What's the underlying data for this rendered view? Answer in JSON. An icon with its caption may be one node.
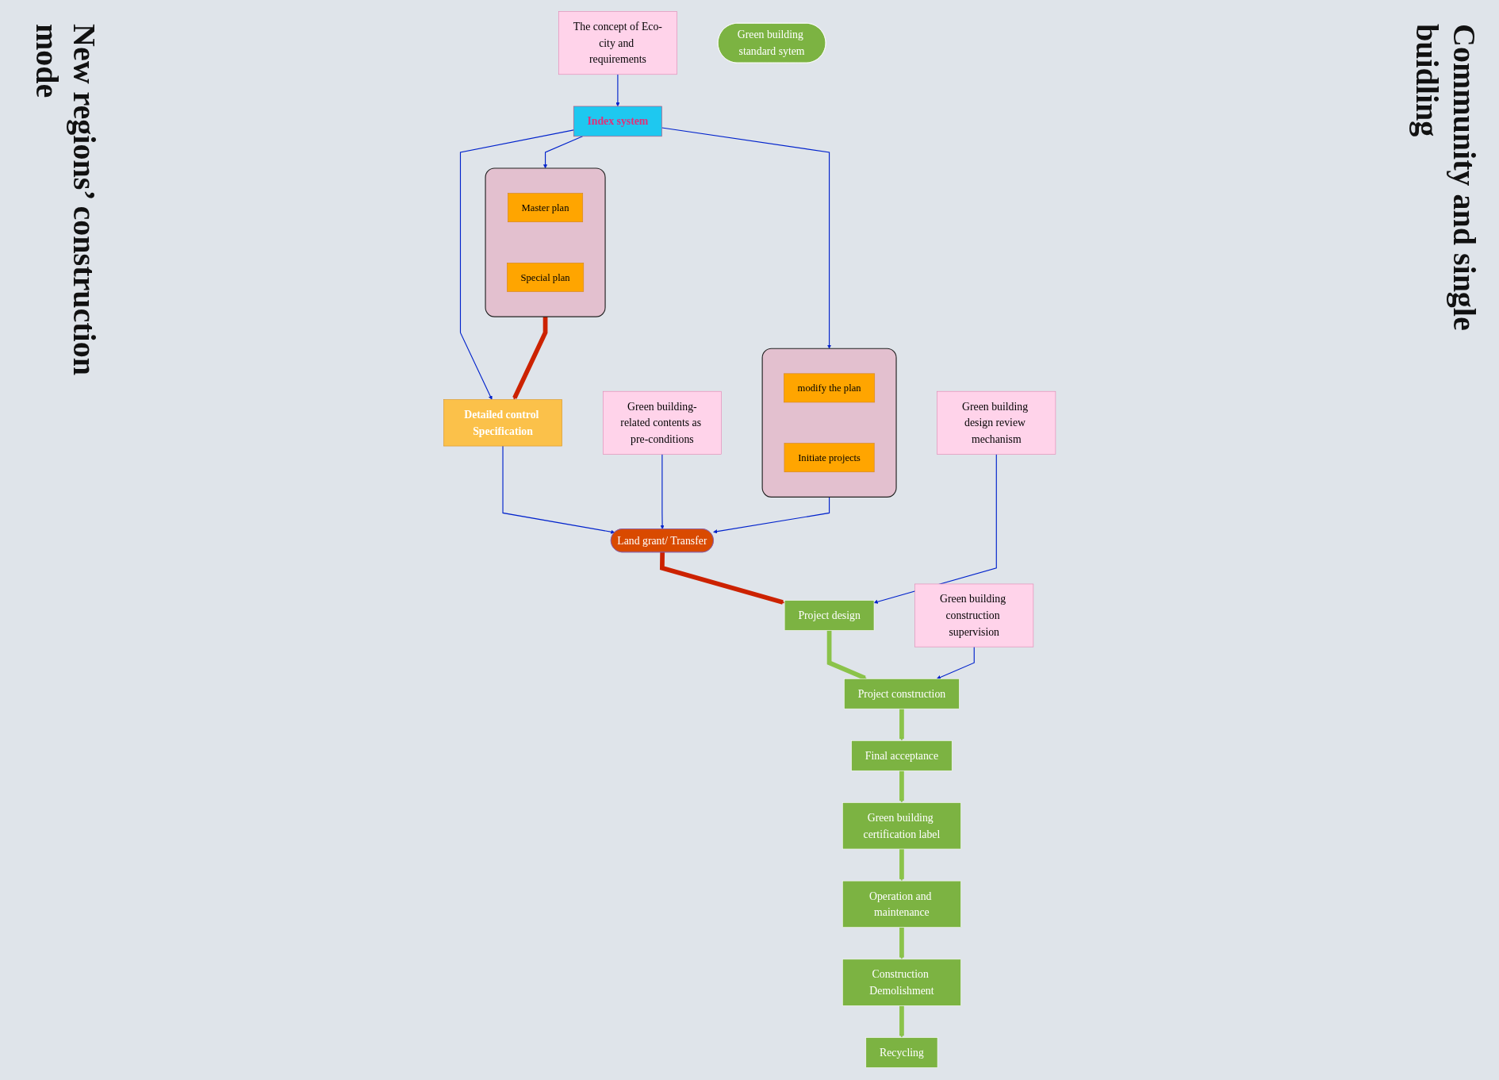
{
  "diagram": {
    "nodes": [
      {
        "text": [],
        "shape": "box"
      },
      {
        "text": [
          "Master plan"
        ],
        "in": 0
      },
      {
        "text": [
          "Special plan"
        ],
        "in": 0
      },
      {
        "text": [
          "Detailed control Specification"
        ]
      },
      {
        "text": [
          "The concept of Eco-city and requirements"
        ]
      },
      {
        "text": [
          "Index system"
        ]
      },
      {
        "text": [],
        "shape": "box"
      },
      {
        "text": [
          "modify the plan"
        ],
        "in": 6
      },
      {
        "text": [
          "Initiate projects"
        ],
        "in": 6
      },
      {
        "text": [
          "Land grant/ Transfer"
        ]
      },
      {
        "text": [
          "Green building-related contents as pre-conditions"
        ]
      },
      {
        "text": [
          "Green building design review mechanism"
        ]
      },
      {
        "text": [
          "Green building construction supervision"
        ]
      },
      {
        "text": [
          "Project design"
        ]
      },
      {
        "text": [
          "Project construction"
        ]
      },
      {
        "text": [
          "Green building standard sytem"
        ]
      },
      {
        "text": [
          "Final acceptance"
        ]
      },
      {
        "text": [
          "Green building certification label"
        ]
      },
      {
        "text": [
          "Operation and maintenance"
        ]
      },
      {
        "text": [
          "Recycling"
        ]
      },
      {
        "text": [
          "Construction Demolishment"
        ]
      }
    ],
    "edges": [
      {
        "from": 0,
        "to": 3,
        "arrow": "to",
        "style": "thick",
        "color": "#cc2200"
      },
      {
        "from": 4,
        "to": 5,
        "arrow": "to"
      },
      {
        "from": 5,
        "to": 0,
        "arrow": "to"
      },
      {
        "from": 5,
        "to": 3,
        "arrow": "to"
      },
      {
        "from": 5,
        "to": 6,
        "arrow": "to"
      },
      {
        "from": 3,
        "to": 9,
        "arrow": "to"
      },
      {
        "from": 6,
        "to": 9,
        "arrow": "to"
      },
      {
        "from": 10,
        "to": 9,
        "arrow": "to"
      },
      {
        "from": 9,
        "to": 13,
        "arrow": "to",
        "style": "thick",
        "color": "#cc2200"
      },
      {
        "from": 11,
        "to": 13,
        "arrow": "to"
      },
      {
        "from": 13,
        "to": 14,
        "arrow": "to",
        "style": "thick",
        "color": "#8bc34a"
      },
      {
        "from": 12,
        "to": 14,
        "arrow": "to"
      },
      {
        "from": 14,
        "to": 16,
        "arrow": "to",
        "style": "thick",
        "color": "#8bc34a"
      },
      {
        "from": 16,
        "to": 17,
        "arrow": "to",
        "style": "thick",
        "color": "#8bc34a"
      },
      {
        "from": 17,
        "to": 18,
        "arrow": "to",
        "style": "thick",
        "color": "#8bc34a"
      },
      {
        "from": 18,
        "to": 20,
        "arrow": "to",
        "style": "thick",
        "color": "#8bc34a"
      },
      {
        "from": 20,
        "to": 19,
        "arrow": "to",
        "style": "thick",
        "color": "#8bc34a"
      }
    ],
    "labels": [
      "New regions’ construction mode",
      "Community and single buidling"
    ]
  }
}
